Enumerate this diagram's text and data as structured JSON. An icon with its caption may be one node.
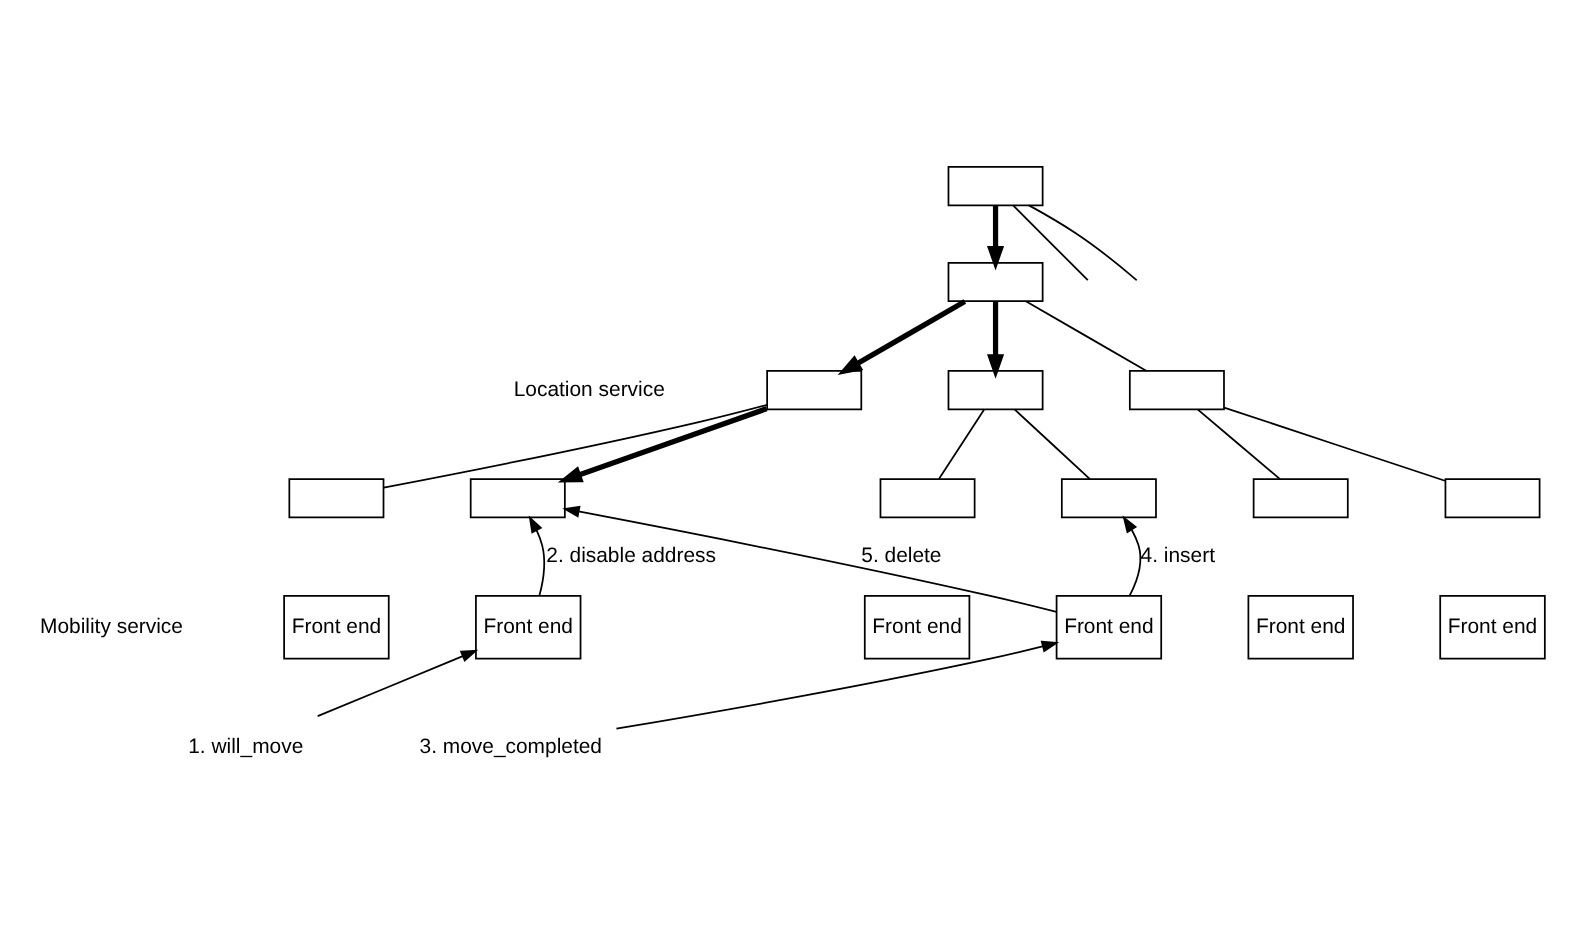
{
  "diagram": {
    "nodes": [
      {
        "text": [],
        "shape": "box"
      },
      {
        "text": [],
        "shape": "box"
      },
      {
        "text": [],
        "shape": "box"
      },
      {
        "text": [],
        "shape": "box"
      },
      {
        "text": [],
        "shape": "box"
      },
      {
        "text": [],
        "shape": "box"
      },
      {
        "text": [],
        "shape": "box"
      },
      {
        "text": [],
        "shape": "box"
      },
      {
        "text": [],
        "shape": "box"
      },
      {
        "text": [],
        "shape": "box"
      },
      {
        "text": [],
        "shape": "box"
      },
      {
        "text": [
          "Front end"
        ]
      },
      {
        "text": [
          "Front end"
        ]
      },
      {
        "text": [
          "Front end"
        ]
      },
      {
        "text": [
          "Front end"
        ]
      },
      {
        "text": [
          "Front end"
        ]
      },
      {
        "text": [
          "Front end"
        ]
      },
      {
        "text": [
          "1. will_move"
        ]
      },
      {
        "text": [
          "3. move_completed"
        ]
      }
    ],
    "edges": [
      {
        "from": 0,
        "to": 1,
        "arrow": "to",
        "style": "thick"
      },
      {
        "from": 0,
        "to": null,
        "arrow": "none"
      },
      {
        "from": 0,
        "to": null,
        "arrow": "none"
      },
      {
        "from": 1,
        "to": 2,
        "arrow": "to",
        "style": "thick"
      },
      {
        "from": 1,
        "to": 3,
        "arrow": "to",
        "style": "thick"
      },
      {
        "from": 1,
        "to": 4,
        "arrow": "none"
      },
      {
        "from": 2,
        "to": 5,
        "arrow": "none"
      },
      {
        "from": 2,
        "to": 6,
        "arrow": "to",
        "style": "thick"
      },
      {
        "from": 3,
        "to": 7,
        "arrow": "none"
      },
      {
        "from": 3,
        "to": 8,
        "arrow": "none"
      },
      {
        "from": 4,
        "to": 9,
        "arrow": "none"
      },
      {
        "from": 4,
        "to": 10,
        "arrow": "none"
      },
      {
        "from": 17,
        "to": 12,
        "arrow": "to"
      },
      {
        "from": 12,
        "to": 6,
        "arrow": "to",
        "label": "2. disable address"
      },
      {
        "from": 18,
        "to": 14,
        "arrow": "to"
      },
      {
        "from": 14,
        "to": 8,
        "arrow": "to",
        "label": "4. insert"
      },
      {
        "from": 14,
        "to": 6,
        "arrow": "to",
        "label": "5. delete"
      }
    ],
    "labels": [
      "Location service",
      "Mobility service"
    ]
  }
}
